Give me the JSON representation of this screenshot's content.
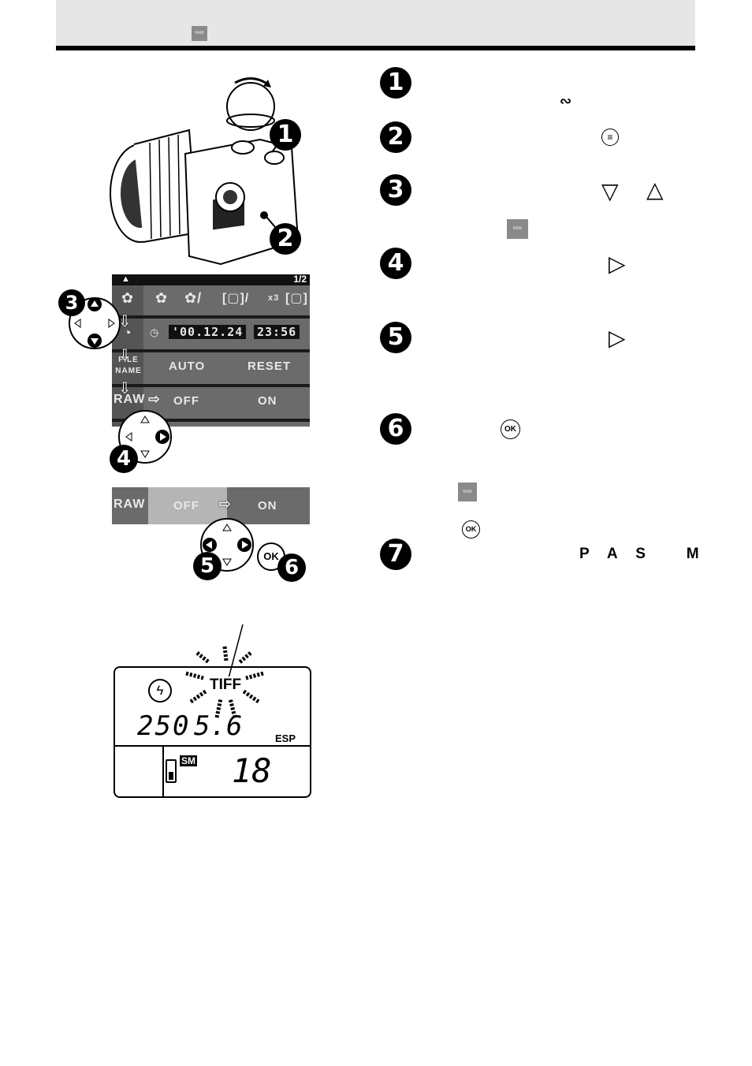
{
  "header": {
    "raw_icon_label": "RAW"
  },
  "steps": [
    {
      "number": "1"
    },
    {
      "number": "2"
    },
    {
      "number": "3"
    },
    {
      "number": "4"
    },
    {
      "number": "5"
    },
    {
      "number": "6"
    },
    {
      "number": "7"
    }
  ],
  "step_icons": {
    "step1_symbol": "∾",
    "step3_down": "▽",
    "step3_up": "△",
    "step3_raw_icon": "RAW",
    "step4_right": "▷",
    "step5_right": "▷",
    "step6_ok": "OK",
    "step6_raw_icon": "RAW",
    "step6_ok2": "OK",
    "step7_modes": "P A S   M"
  },
  "menu_screen": {
    "page_indicator": "1/2",
    "row2_date": "'00.12.24",
    "row2_time": "23:56",
    "row3_label": "FILE NAME",
    "row3_auto": "AUTO",
    "row3_reset": "RESET",
    "row4_label": "RAW",
    "row4_off": "OFF",
    "row4_on": "ON",
    "row1_x3": "x3"
  },
  "raw_strip": {
    "label": "RAW",
    "off": "OFF",
    "on": "ON"
  },
  "lcd": {
    "tiff": "TIFF",
    "shutter": "250",
    "aperture": "5.6",
    "metering": "ESP",
    "card": "SM",
    "count": "18"
  },
  "callouts": [
    "1",
    "2",
    "3",
    "4",
    "5",
    "6"
  ],
  "ok_button": "OK"
}
